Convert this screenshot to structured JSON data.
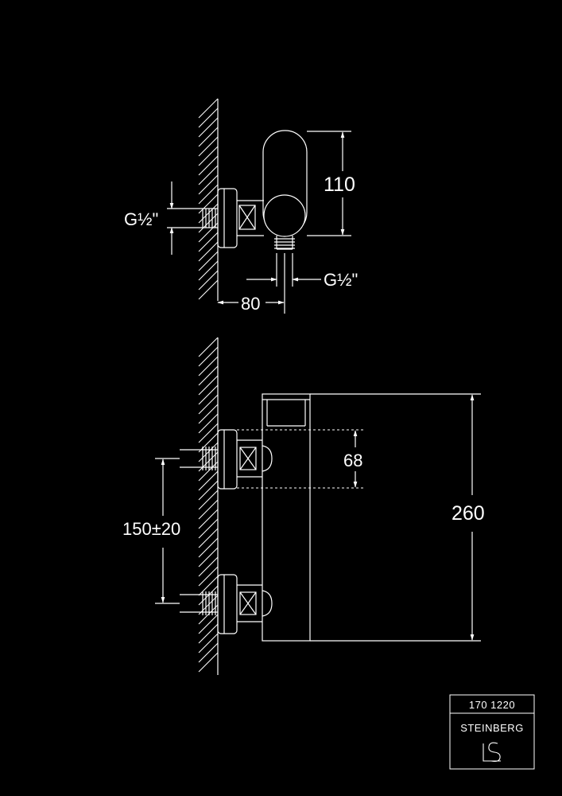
{
  "top_view": {
    "thread_left": "G½\"",
    "thread_bottom": "G½\"",
    "depth": "80",
    "height": "110"
  },
  "front_view": {
    "spacing": "150±20",
    "outlet_height": "68",
    "total_height": "260"
  },
  "stamp": {
    "article_number": "170 1220",
    "brand": "STEINBERG"
  },
  "colors": {
    "background": "#000000",
    "line": "#ffffff"
  }
}
